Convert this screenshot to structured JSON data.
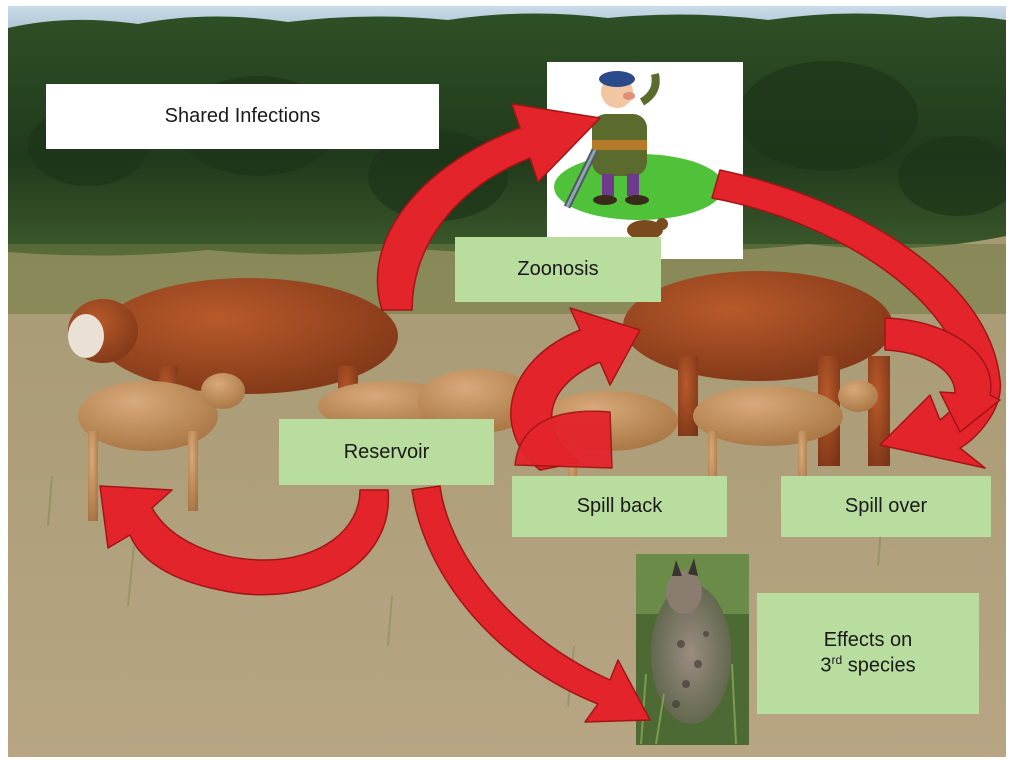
{
  "title": "Shared Infections",
  "labels": {
    "zoonosis": "Zoonosis",
    "reservoir": "Reservoir",
    "spill_back": "Spill back",
    "spill_over": "Spill over",
    "effects_line1": "Effects on",
    "effects_number": "3",
    "effects_superscript": "rd",
    "effects_word": "species"
  },
  "colors": {
    "arrow": "#e3242b",
    "arrow_stroke": "#a31515",
    "label_box": "#b9dc9f",
    "title_box": "#ffffff",
    "sky": "#b8cfe0",
    "forest": "#2b4a24",
    "grass": "#a89a75"
  },
  "icons": {
    "hunter": "hunter-cartoon-icon",
    "lynx": "lynx-photo-icon"
  }
}
